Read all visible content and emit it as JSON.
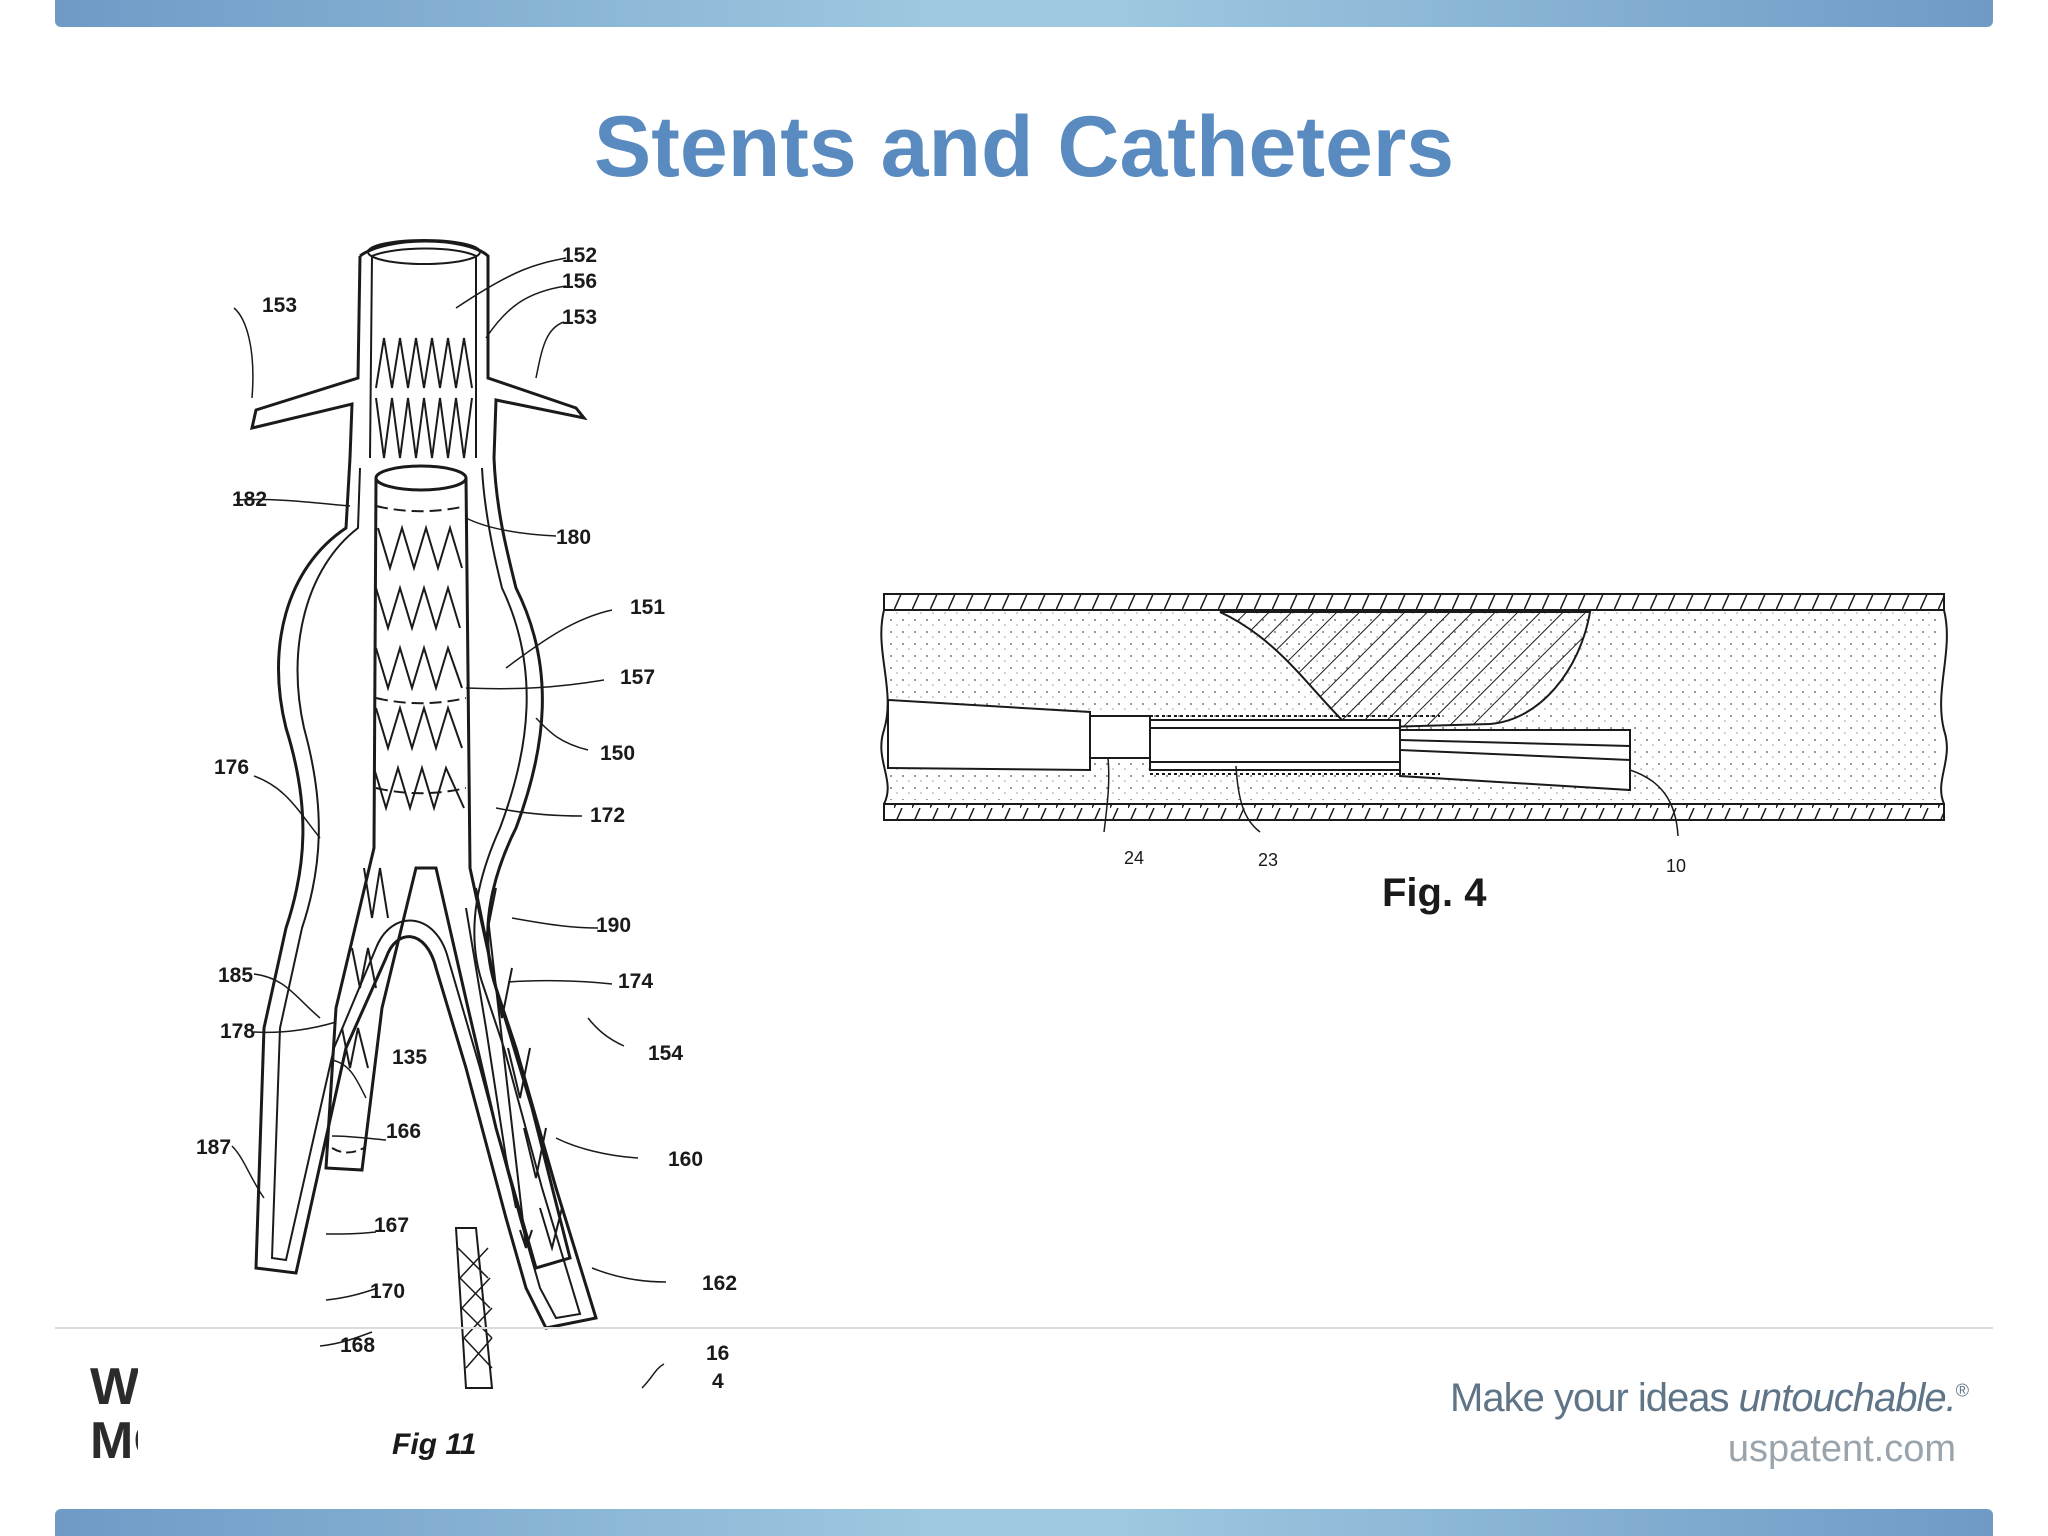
{
  "slide": {
    "title": "Stents and Catheters",
    "left_logo_line1": "WI",
    "left_logo_line2": "MO",
    "tagline_plain": "Make your ideas ",
    "tagline_italic": "untouchable.",
    "tagline_mark": "®",
    "website": "uspatent.com"
  },
  "figure11": {
    "caption": "Fig 11",
    "labels": {
      "l152": "152",
      "l156": "156",
      "l153a": "153",
      "l153b": "153",
      "l182": "182",
      "l180": "180",
      "l151": "151",
      "l157": "157",
      "l150": "150",
      "l176": "176",
      "l172": "172",
      "l190": "190",
      "l185": "185",
      "l174": "174",
      "l178": "178",
      "l154": "154",
      "l135": "135",
      "l166": "166",
      "l160": "160",
      "l187": "187",
      "l167": "167",
      "l162": "162",
      "l170": "170",
      "l168": "168",
      "l16": "16",
      "l4": "4"
    }
  },
  "figure4": {
    "caption": "Fig. 4",
    "labels": {
      "l24": "24",
      "l23": "23",
      "l10": "10"
    }
  },
  "colors": {
    "title": "#5a8bc0",
    "bar": "#8fb6d6",
    "line_art": "#1a1a1a"
  }
}
